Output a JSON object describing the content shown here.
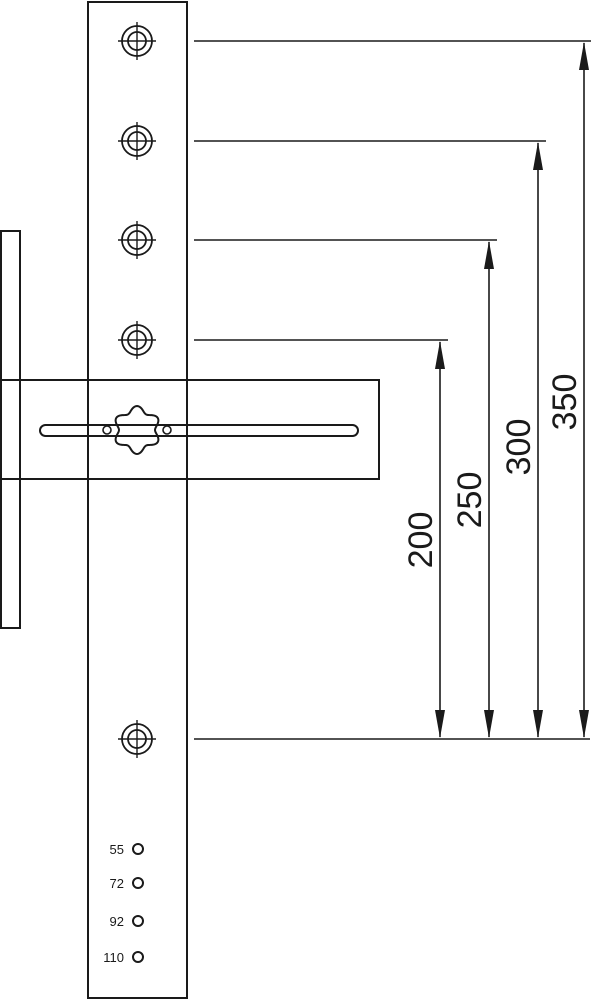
{
  "colors": {
    "stroke": "#1a1a1a",
    "background": "#ffffff"
  },
  "dimensions": [
    {
      "value": 200,
      "label": "200"
    },
    {
      "value": 250,
      "label": "250"
    },
    {
      "value": 300,
      "label": "300"
    },
    {
      "value": 350,
      "label": "350"
    }
  ],
  "small_holes": [
    {
      "label": "55"
    },
    {
      "label": "72"
    },
    {
      "label": "92"
    },
    {
      "label": "110"
    }
  ],
  "icons": {
    "mounting_hole": "crosshair-circle-icon",
    "knob": "star-knob-icon",
    "small_hole": "small-circle-icon"
  }
}
